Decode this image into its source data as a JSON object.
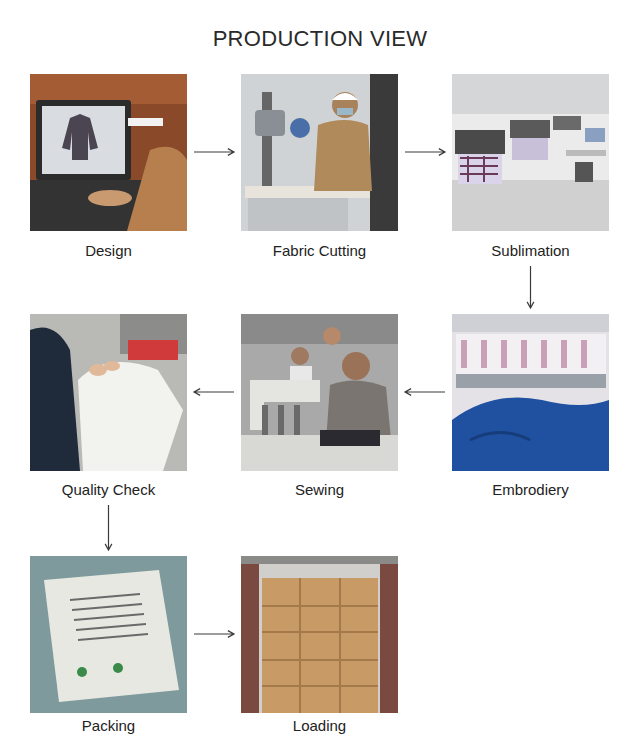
{
  "diagram": {
    "title": "PRODUCTION VIEW",
    "nodes": [
      {
        "text": [
          "Design"
        ]
      },
      {
        "text": [
          "Fabric Cutting"
        ]
      },
      {
        "text": [
          "Sublimation"
        ]
      },
      {
        "text": [
          "Quality Check"
        ]
      },
      {
        "text": [
          "Sewing"
        ]
      },
      {
        "text": [
          "Embrodiery"
        ]
      },
      {
        "text": [
          "Packing"
        ]
      },
      {
        "text": [
          "Loading"
        ]
      }
    ],
    "edges": [
      {
        "from": 0,
        "to": 1,
        "arrow": "to"
      },
      {
        "from": 1,
        "to": 2,
        "arrow": "to"
      },
      {
        "from": 2,
        "to": 5,
        "arrow": "to"
      },
      {
        "from": 5,
        "to": 4,
        "arrow": "to"
      },
      {
        "from": 4,
        "to": 3,
        "arrow": "to"
      },
      {
        "from": 3,
        "to": 6,
        "arrow": "to"
      },
      {
        "from": 6,
        "to": 7,
        "arrow": "to"
      }
    ]
  }
}
